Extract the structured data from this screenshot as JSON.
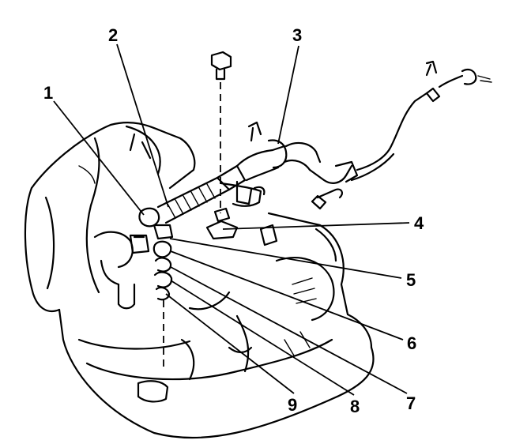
{
  "callouts": [
    {
      "id": "1",
      "label": "1"
    },
    {
      "id": "2",
      "label": "2"
    },
    {
      "id": "3",
      "label": "3"
    },
    {
      "id": "4",
      "label": "4"
    },
    {
      "id": "5",
      "label": "5"
    },
    {
      "id": "6",
      "label": "6"
    },
    {
      "id": "7",
      "label": "7"
    },
    {
      "id": "8",
      "label": "8"
    },
    {
      "id": "9",
      "label": "9"
    }
  ],
  "colors": {
    "ink": "#000000",
    "background": "#ffffff"
  }
}
